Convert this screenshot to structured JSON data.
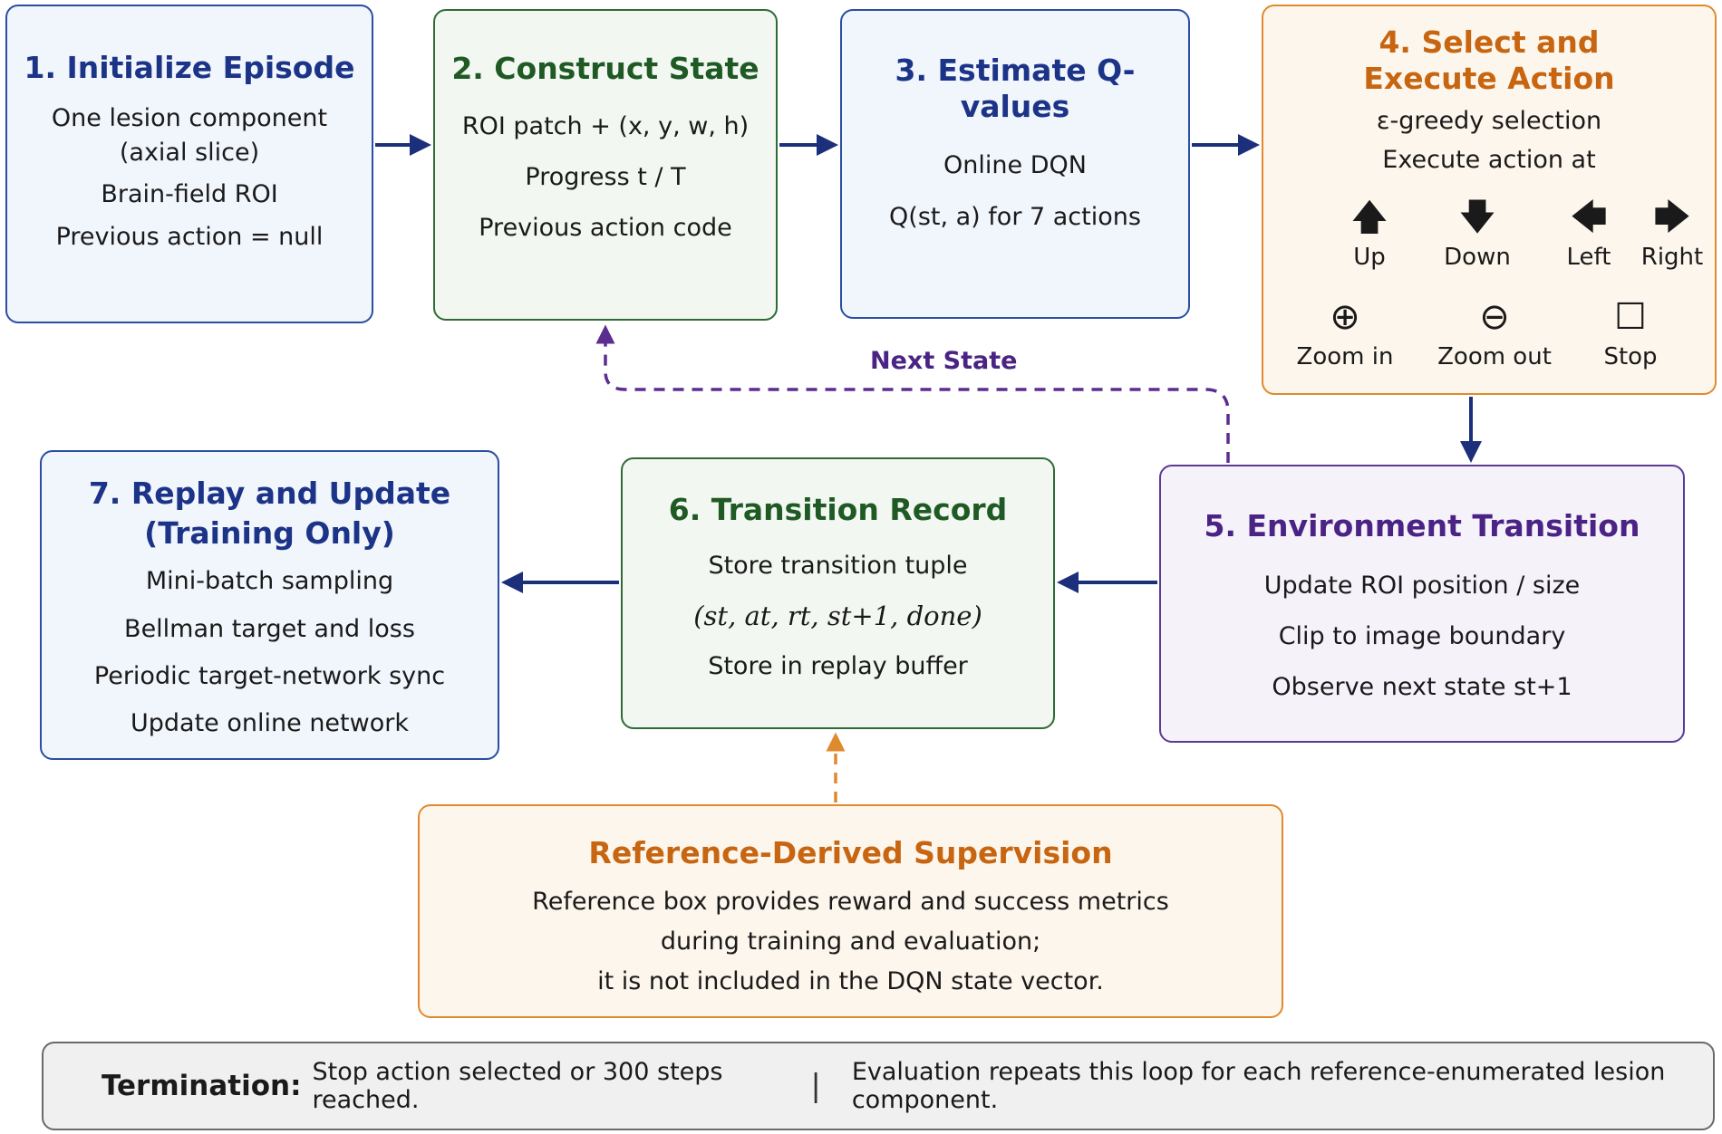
{
  "boxes": {
    "b1": {
      "title": "1.  Initialize Episode",
      "lines": [
        "One lesion component",
        "(axial slice)",
        "Brain-field ROI",
        "Previous action = null"
      ]
    },
    "b2": {
      "title": "2.  Construct State",
      "lines": [
        "ROI patch + (x, y, w, h)",
        "Progress t / T",
        "Previous action code"
      ]
    },
    "b3": {
      "title": "3.  Estimate Q-values",
      "lines": [
        "Online DQN",
        "Q(st, a) for 7 actions"
      ]
    },
    "b4": {
      "title_line1": "4.  Select and",
      "title_line2": "Execute Action",
      "lines": [
        "ε-greedy selection",
        "Execute action at"
      ],
      "actions": [
        {
          "label": "Up",
          "icon": "arrow-up-icon",
          "glyph": "🡅"
        },
        {
          "label": "Down",
          "icon": "arrow-down-icon",
          "glyph": "🡇"
        },
        {
          "label": "Left",
          "icon": "arrow-left-icon",
          "glyph": "🡄"
        },
        {
          "label": "Right",
          "icon": "arrow-right-icon",
          "glyph": "🡆"
        },
        {
          "label": "Zoom in",
          "icon": "zoom-in-icon",
          "glyph": "⊕"
        },
        {
          "label": "Zoom out",
          "icon": "zoom-out-icon",
          "glyph": "⊖"
        },
        {
          "label": "Stop",
          "icon": "stop-square-icon",
          "glyph": "☐"
        }
      ]
    },
    "b5": {
      "title": "5.  Environment Transition",
      "lines": [
        "Update ROI position / size",
        "Clip to image boundary",
        "Observe next state st+1"
      ]
    },
    "b6": {
      "title": "6.  Transition Record",
      "lines": [
        "Store transition tuple",
        "(st, at, rt, st+1, done)",
        "Store in replay buffer"
      ]
    },
    "b7": {
      "title_line1": "7.  Replay and Update",
      "title_line2": "(Training Only)",
      "lines": [
        "Mini-batch sampling",
        "Bellman target and loss",
        "Periodic target-network sync",
        "Update online network"
      ]
    },
    "ref": {
      "title": "Reference-Derived Supervision",
      "lines": [
        "Reference box provides reward and success metrics",
        "during training and evaluation;",
        "it is not included in the DQN state vector."
      ]
    }
  },
  "edge_labels": {
    "next_state": "Next State"
  },
  "termination": {
    "label": "Termination:",
    "text": "Stop action selected or 300 steps reached.",
    "separator": "|",
    "note": "Evaluation repeats this loop for each reference-enumerated lesion component."
  },
  "colors": {
    "flow_arrow": "#1c2f7a",
    "next_state_dashed": "#5b2d90",
    "supervision_dashed": "#e08a2e"
  }
}
